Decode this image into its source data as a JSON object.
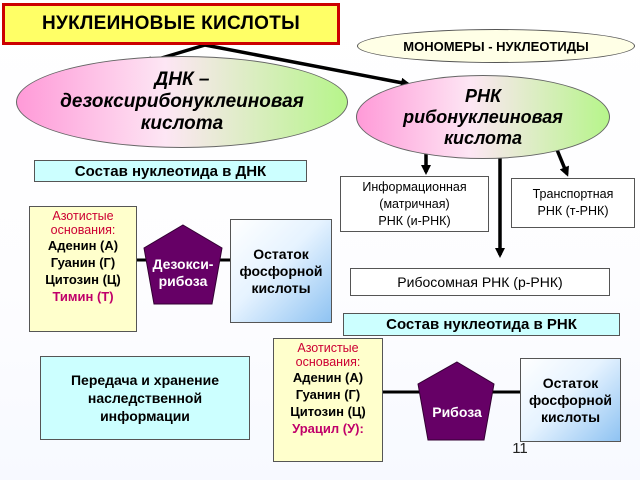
{
  "title": "НУКЛЕИНОВЫЕ КИСЛОТЫ",
  "monomers": "МОНОМЕРЫ - НУКЛЕОТИДЫ",
  "dna": {
    "line1": "ДНК –",
    "line2": "дезоксирибонуклеиновая",
    "line3": "кислота"
  },
  "rna": {
    "line1": "РНК",
    "line2": "рибонуклеиновая",
    "line3": "кислота"
  },
  "dna_composition": "Состав нуклеотида в ДНК",
  "rna_composition": "Состав нуклеотида в РНК",
  "info_rna": {
    "line1": "Информационная",
    "line2": "(матричная)",
    "line3": "РНК (и-РНК)"
  },
  "transport_rna": {
    "line1": "Транспортная",
    "line2": "РНК (т-РНК)"
  },
  "ribosomal_rna": "Рибосомная РНК (р-РНК)",
  "dna_bases": {
    "heading1": "Азотистые",
    "heading2": "основания:",
    "items": [
      "Аденин (А)",
      "Гуанин (Г)",
      "Цитозин (Ц)"
    ],
    "special": "Тимин (Т)"
  },
  "rna_bases": {
    "heading1": "Азотистые",
    "heading2": "основания:",
    "items": [
      "Аденин (А)",
      "Гуанин (Г)",
      "Цитозин (Ц)"
    ],
    "special": "Урацил (У):"
  },
  "dna_sugar": {
    "line1": "Дезокси-",
    "line2": "рибоза"
  },
  "rna_sugar": "Рибоза",
  "phosphate": {
    "line1": "Остаток",
    "line2": "фосфорной",
    "line3": "кислоты"
  },
  "heredity": {
    "line1": "Передача и хранение",
    "line2": "наследственной",
    "line3": "информации"
  },
  "page_number": "11",
  "colors": {
    "title_bg": "#ffff66",
    "title_border": "#cc0000",
    "composition_bg": "#ccffff",
    "bases_bg": "#ffffcc",
    "pentagon": "#660066",
    "bases_heading": "#cc0033"
  }
}
